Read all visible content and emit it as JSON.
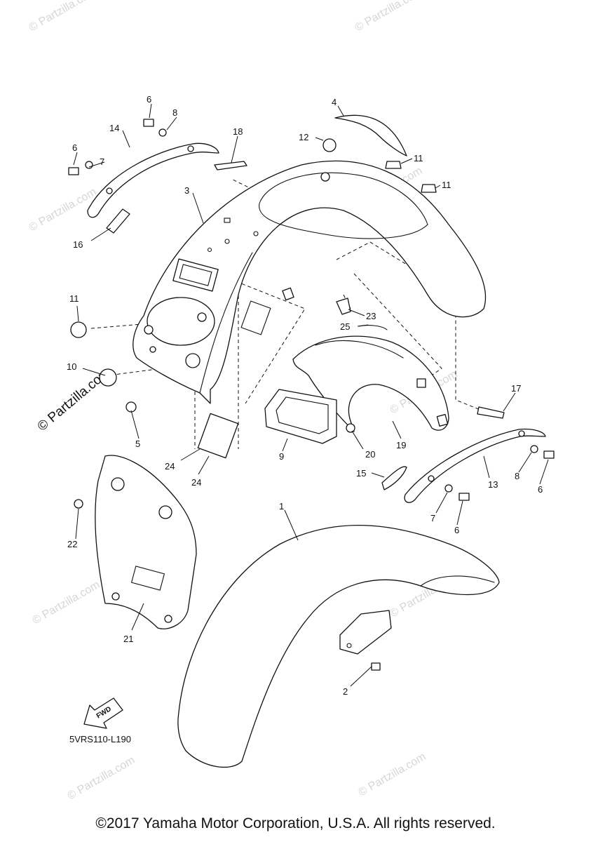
{
  "watermarks": {
    "text": "© Partzilla.com",
    "prominent": "© Partzilla.com"
  },
  "diagram": {
    "drawing_number": "5VRS110-L190",
    "fwd_label": "FWD",
    "callouts": {
      "c1": "1",
      "c2": "2",
      "c3": "3",
      "c4": "4",
      "c5": "5",
      "c6a": "6",
      "c6b": "6",
      "c6c": "6",
      "c6d": "6",
      "c7a": "7",
      "c7b": "7",
      "c8a": "8",
      "c8b": "8",
      "c9": "9",
      "c10": "10",
      "c11a": "11",
      "c11b": "11",
      "c11c": "11",
      "c12": "12",
      "c13": "13",
      "c14": "14",
      "c15": "15",
      "c16": "16",
      "c17": "17",
      "c18": "18",
      "c19": "19",
      "c20": "20",
      "c21": "21",
      "c22": "22",
      "c23": "23",
      "c24a": "24",
      "c24b": "24",
      "c25": "25"
    }
  },
  "footer": {
    "copyright": "©2017 Yamaha Motor Corporation, U.S.A. All rights reserved."
  }
}
